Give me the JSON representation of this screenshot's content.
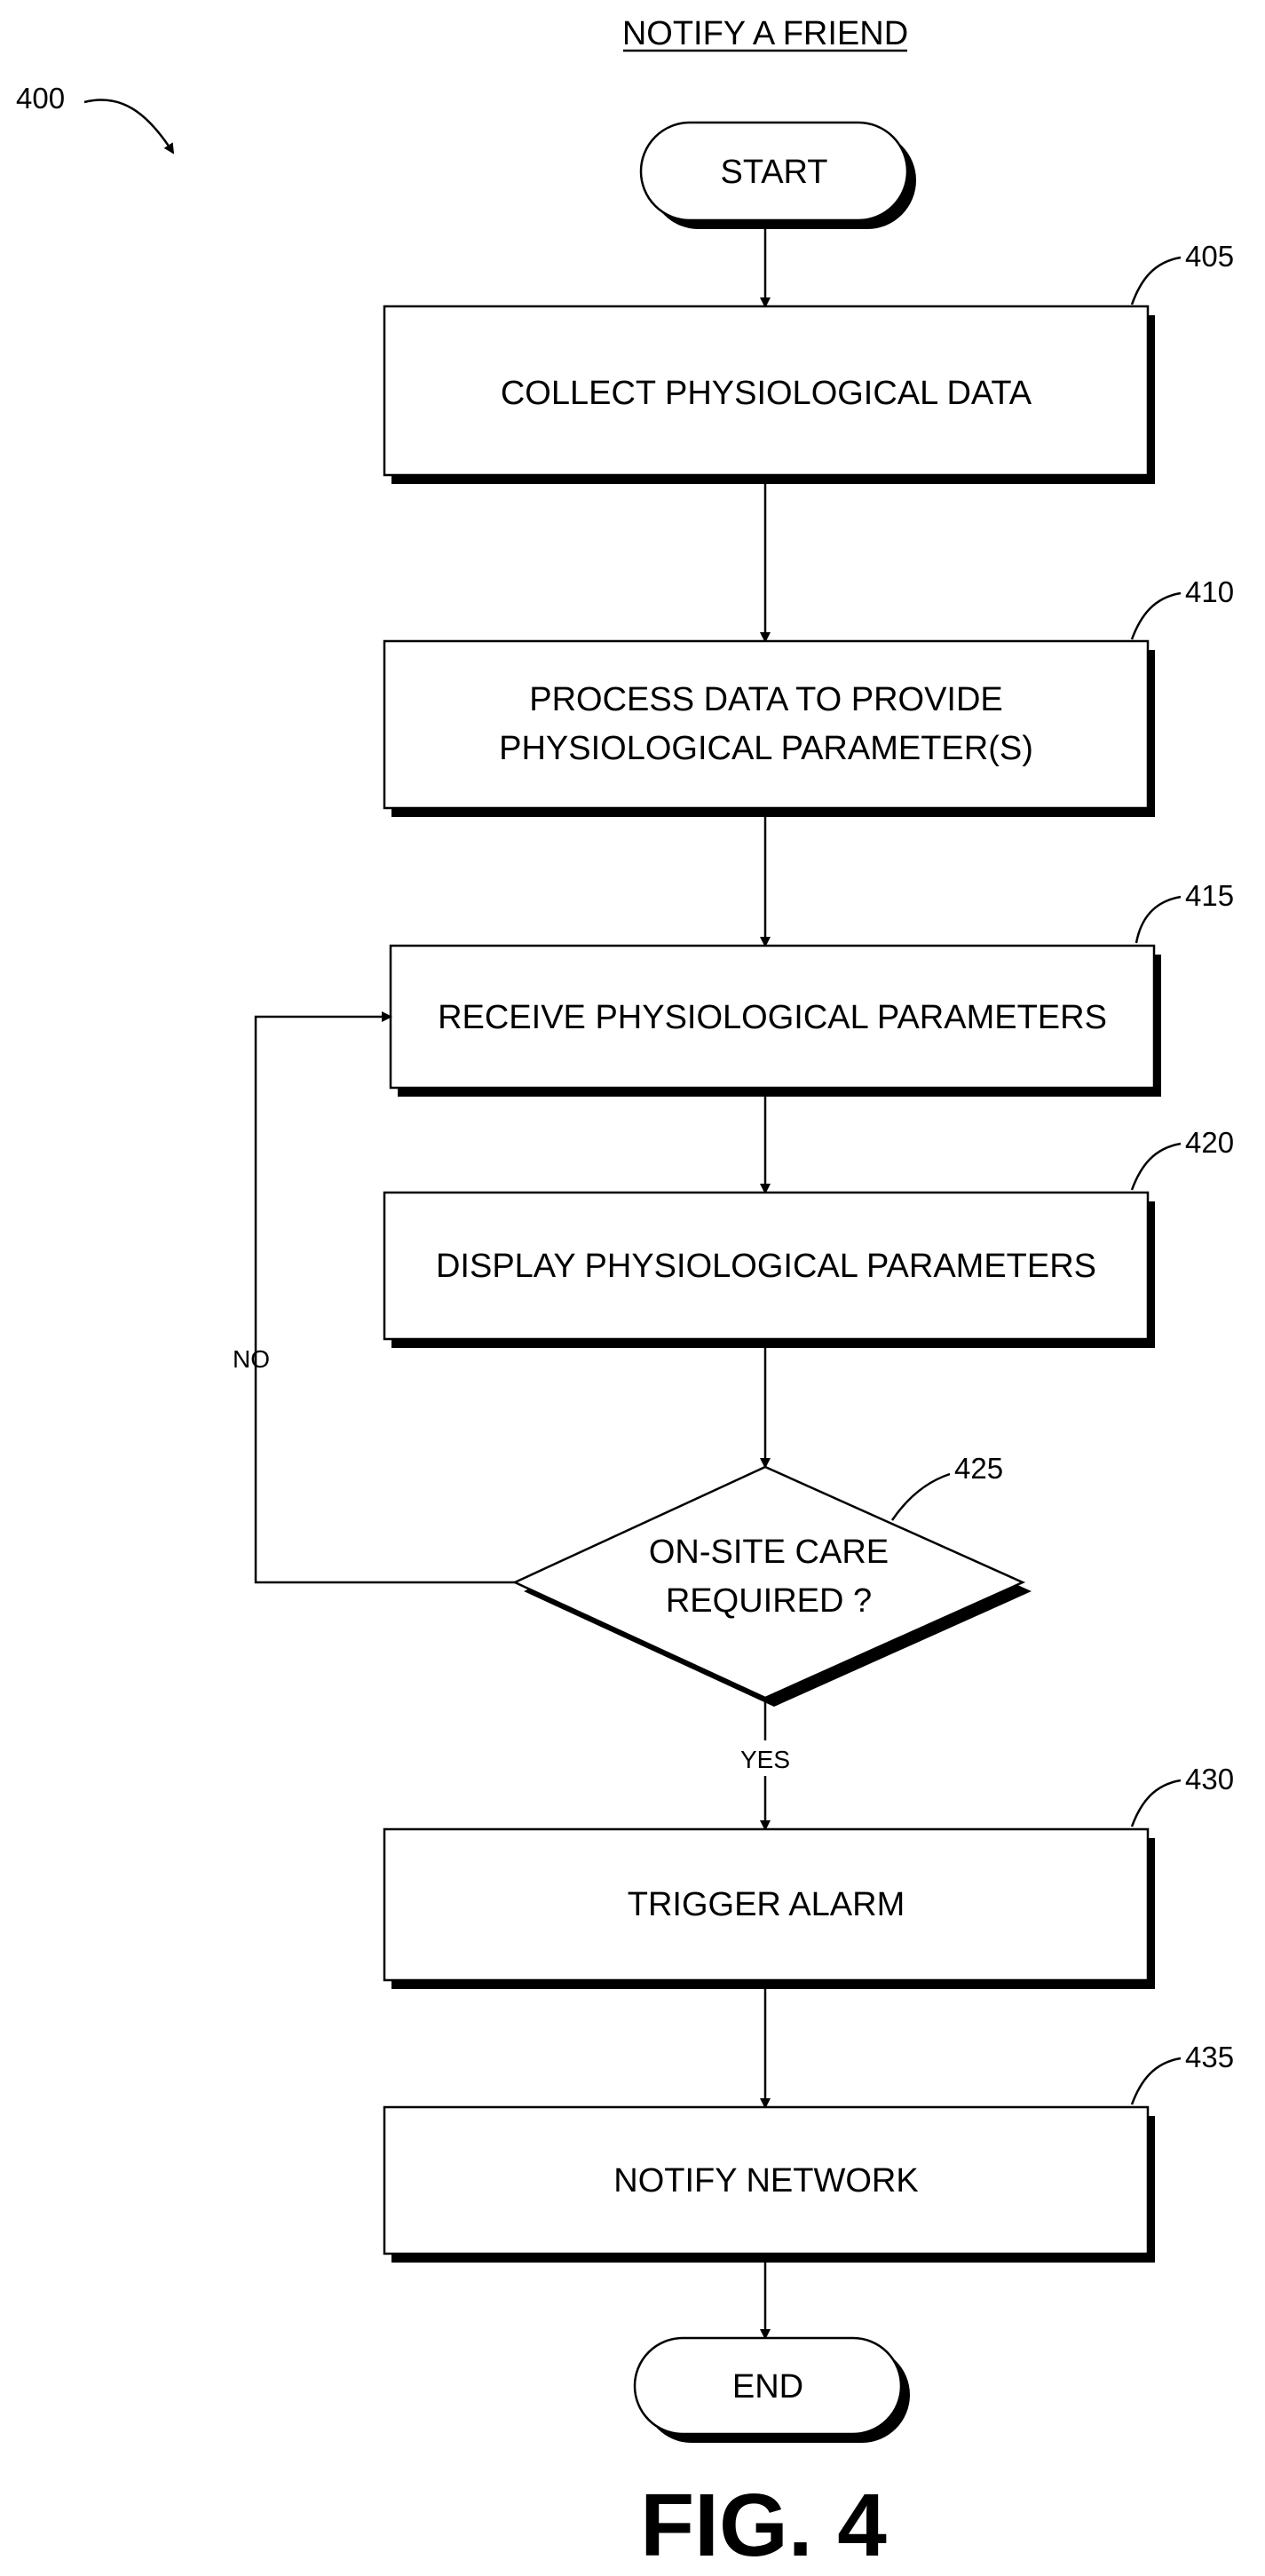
{
  "title": "NOTIFY A FRIEND",
  "figure_ref": "400",
  "figure_label": "FIG. 4",
  "start_label": "START",
  "end_label": "END",
  "steps": [
    {
      "ref": "405",
      "lines": [
        "COLLECT PHYSIOLOGICAL DATA"
      ]
    },
    {
      "ref": "410",
      "lines": [
        "PROCESS DATA TO PROVIDE",
        "PHYSIOLOGICAL PARAMETER(S)"
      ]
    },
    {
      "ref": "415",
      "lines": [
        "RECEIVE PHYSIOLOGICAL PARAMETERS"
      ]
    },
    {
      "ref": "420",
      "lines": [
        "DISPLAY PHYSIOLOGICAL PARAMETERS"
      ]
    }
  ],
  "decision": {
    "ref": "425",
    "lines": [
      "ON-SITE CARE",
      "REQUIRED ?"
    ],
    "no_label": "NO",
    "yes_label": "YES"
  },
  "steps_after": [
    {
      "ref": "430",
      "lines": [
        "TRIGGER ALARM"
      ]
    },
    {
      "ref": "435",
      "lines": [
        "NOTIFY NETWORK"
      ]
    }
  ]
}
